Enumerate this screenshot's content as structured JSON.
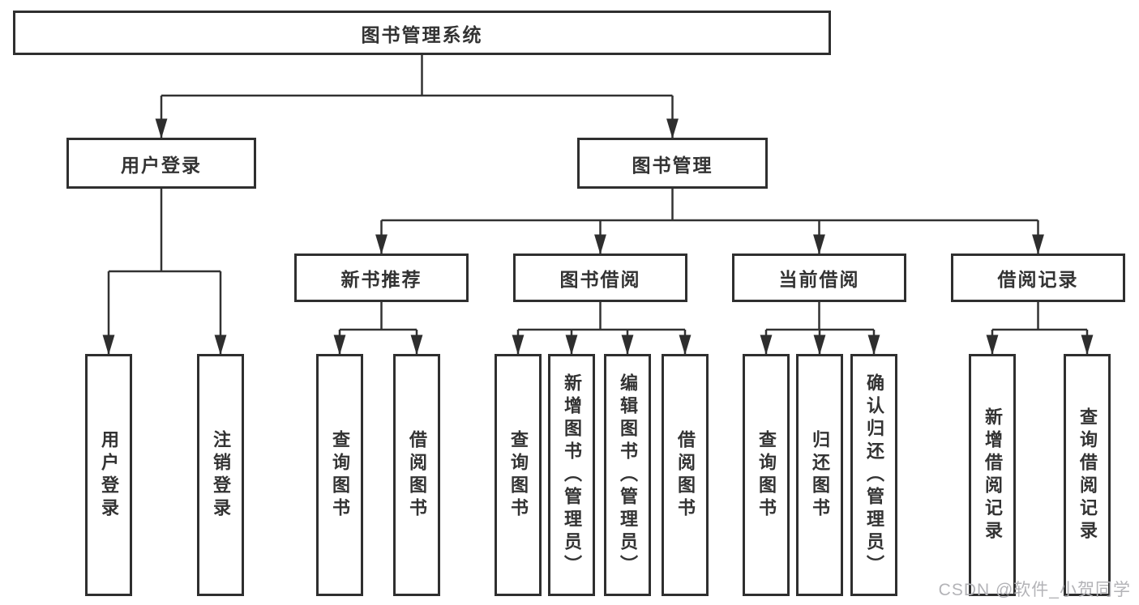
{
  "diagram": {
    "title": "图书管理系统",
    "branches": {
      "user_login": {
        "label": "用户登录",
        "children": {
          "login": "用户登录",
          "logout": "注销登录"
        }
      },
      "book_management": {
        "label": "图书管理",
        "sections": {
          "new_book_recommend": {
            "label": "新书推荐",
            "children": {
              "query_books": "查询图书",
              "borrow_books": "借阅图书"
            }
          },
          "book_borrowing": {
            "label": "图书借阅",
            "children": {
              "query_books": "查询图书",
              "add_books_admin": "新增图书（管理员）",
              "edit_books_admin": "编辑图书（管理员）",
              "borrow_books": "借阅图书"
            }
          },
          "current_borrowing": {
            "label": "当前借阅",
            "children": {
              "query_books": "查询图书",
              "return_books": "归还图书",
              "confirm_return_admin": "确认归还（管理员）"
            }
          },
          "borrowing_records": {
            "label": "借阅记录",
            "children": {
              "add_borrow_record": "新增借阅记录",
              "query_borrow_record": "查询借阅记录"
            }
          }
        }
      }
    }
  },
  "watermark": {
    "text": "CSDN @软件_小贺同学"
  },
  "colors": {
    "line": "#323232",
    "box_border": "#2f2f2f",
    "text": "#333333",
    "watermark": "#b3b3b7",
    "background": "#ffffff"
  }
}
